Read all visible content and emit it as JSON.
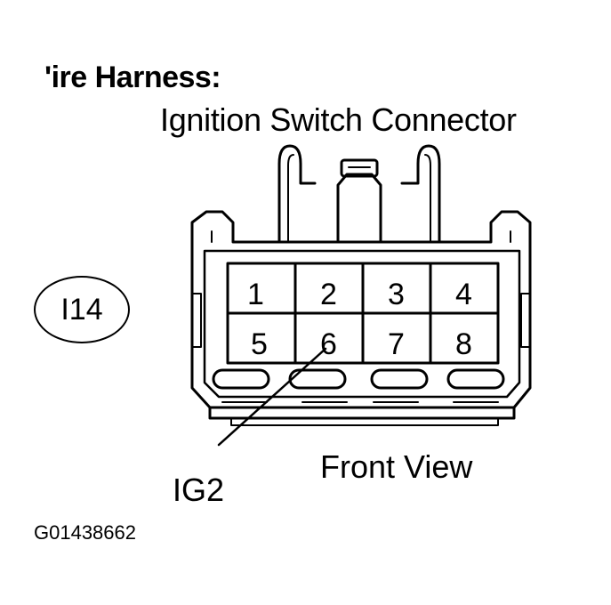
{
  "diagram": {
    "title": "'ire Harness:",
    "subtitle": "Ignition Switch Connector",
    "connector_code": "I14",
    "pins": [
      {
        "number": "1"
      },
      {
        "number": "2"
      },
      {
        "number": "3"
      },
      {
        "number": "4"
      },
      {
        "number": "5"
      },
      {
        "number": "6"
      },
      {
        "number": "7"
      },
      {
        "number": "8"
      }
    ],
    "callout_label": "IG2",
    "view_label": "Front View",
    "figure_id": "G01438662"
  }
}
